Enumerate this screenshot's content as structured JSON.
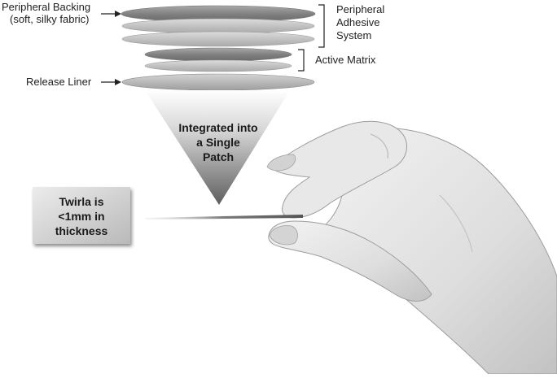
{
  "labels": {
    "peripheral_backing_line1": "Peripheral Backing",
    "peripheral_backing_line2": "(soft, silky fabric)",
    "peripheral_adhesive_line1": "Peripheral",
    "peripheral_adhesive_line2": "Adhesive",
    "peripheral_adhesive_line3": "System",
    "active_matrix": "Active Matrix",
    "release_liner": "Release Liner"
  },
  "funnel": {
    "line1": "Integrated into",
    "line2": "a Single",
    "line3": "Patch"
  },
  "thickness_box": {
    "line1": "Twirla is",
    "line2": "<1mm in",
    "line3": "thickness"
  },
  "colors": {
    "layer_dark": "#8c8c8c",
    "layer_light": "#c4c4c4",
    "funnel_dark": "#6e6e6e",
    "box_fill": "#cfcfcf",
    "skin": "#e6e6e6",
    "skin_shadow": "#b8b8b8"
  }
}
